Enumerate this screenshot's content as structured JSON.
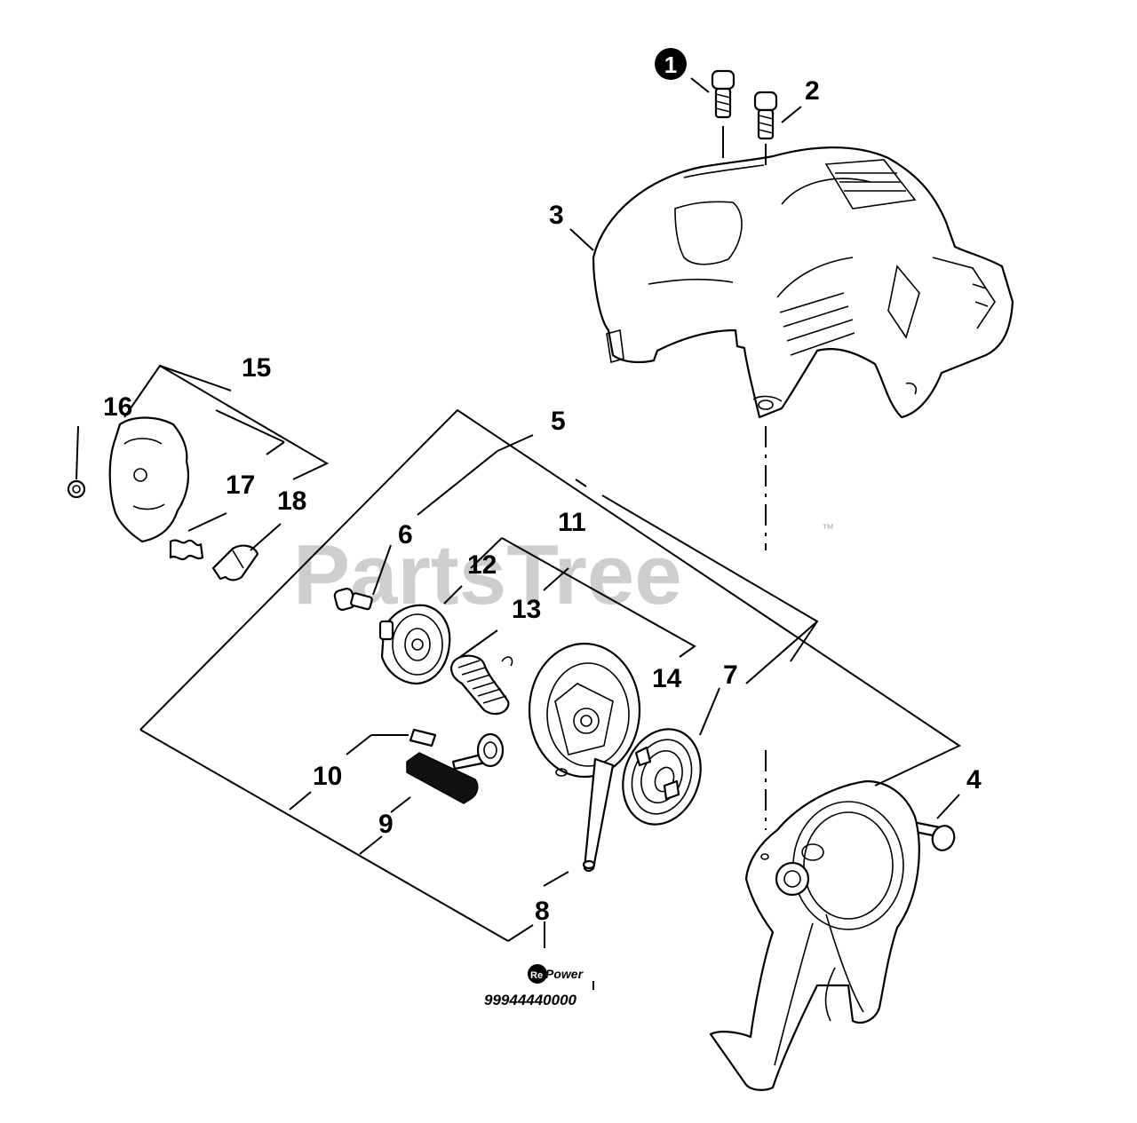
{
  "watermark": {
    "text": "PartsTree",
    "trademark": "™"
  },
  "callouts": [
    {
      "id": "1",
      "label": "1",
      "highlighted": true
    },
    {
      "id": "2",
      "label": "2"
    },
    {
      "id": "3",
      "label": "3"
    },
    {
      "id": "4",
      "label": "4"
    },
    {
      "id": "5",
      "label": "5"
    },
    {
      "id": "6",
      "label": "6"
    },
    {
      "id": "7",
      "label": "7"
    },
    {
      "id": "8",
      "label": "8"
    },
    {
      "id": "9",
      "label": "9"
    },
    {
      "id": "10",
      "label": "10"
    },
    {
      "id": "11",
      "label": "11"
    },
    {
      "id": "12",
      "label": "12"
    },
    {
      "id": "13",
      "label": "13"
    },
    {
      "id": "14",
      "label": "14"
    },
    {
      "id": "15",
      "label": "15"
    },
    {
      "id": "16",
      "label": "16"
    },
    {
      "id": "17",
      "label": "17"
    },
    {
      "id": "18",
      "label": "18"
    }
  ],
  "repower": {
    "logo_text": "RePower",
    "part_number": "99944440000"
  },
  "colors": {
    "line": "#000000",
    "watermark": "#bdbdbd",
    "background": "#ffffff"
  }
}
